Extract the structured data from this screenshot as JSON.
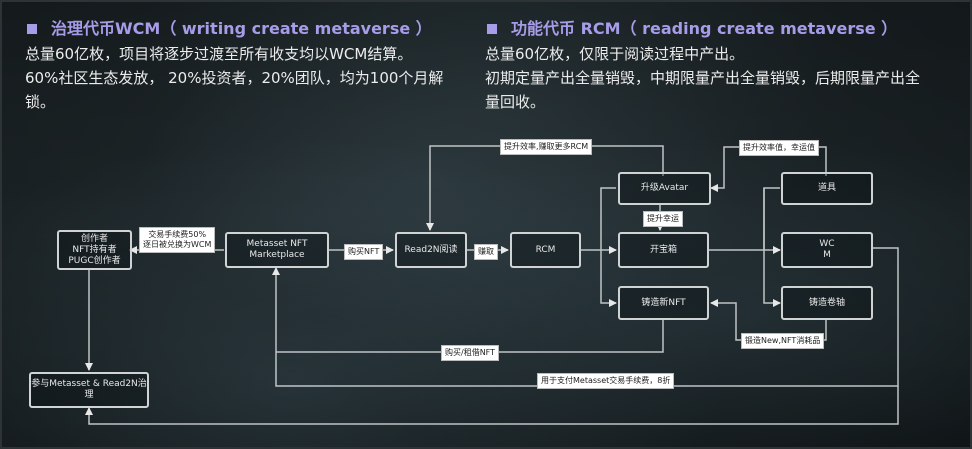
{
  "sections": {
    "governance": {
      "title": "治理代币WCM（ writing create metaverse ）",
      "lines": [
        "总量60亿枚，项目将逐步过渡至所有收支均以WCM结算。",
        "60%社区生态发放， 20%投资者，20%团队，均为100个月解",
        "锁。"
      ]
    },
    "utility": {
      "title": "功能代币 RCM（ reading create metaverse ）",
      "lines": [
        "总量60亿枚，仅限于阅读过程中产出。",
        "初期定量产出全量销毁，中期限量产出全量销毁，后期限量产出全",
        "量回收。"
      ]
    }
  },
  "diagram": {
    "nodes": {
      "creators": [
        "创作者",
        "NFT持有者",
        "PUGC创作者"
      ],
      "marketplace": "Metasset NFT Marketplace",
      "read2n": "Read2N阅读",
      "rcm": "RCM",
      "avatar": "升级Avatar",
      "chest": "开宝箱",
      "mint_nft": "铸造新NFT",
      "props": "道具",
      "wcm": [
        "WC",
        "M"
      ],
      "scroll": "铸造卷轴",
      "governance": "参与Metasset & Read2N治理"
    },
    "labels": {
      "fee_split": [
        "交易手续费50%",
        "逐日被兑换为WCM"
      ],
      "buy_nft": "购买NFT",
      "earn": "赚取",
      "more_rcm": "提升效率,赚取更多RCM",
      "luck": "提升幸运",
      "efficiency_luck": "提升效率值，幸运值",
      "new_nft_consumable": "锻造New,NFT消耗品",
      "buy_rent_nft": "购买/租借NFT",
      "pay_fee": "用于支付Metasset交易手续费，8折"
    }
  }
}
